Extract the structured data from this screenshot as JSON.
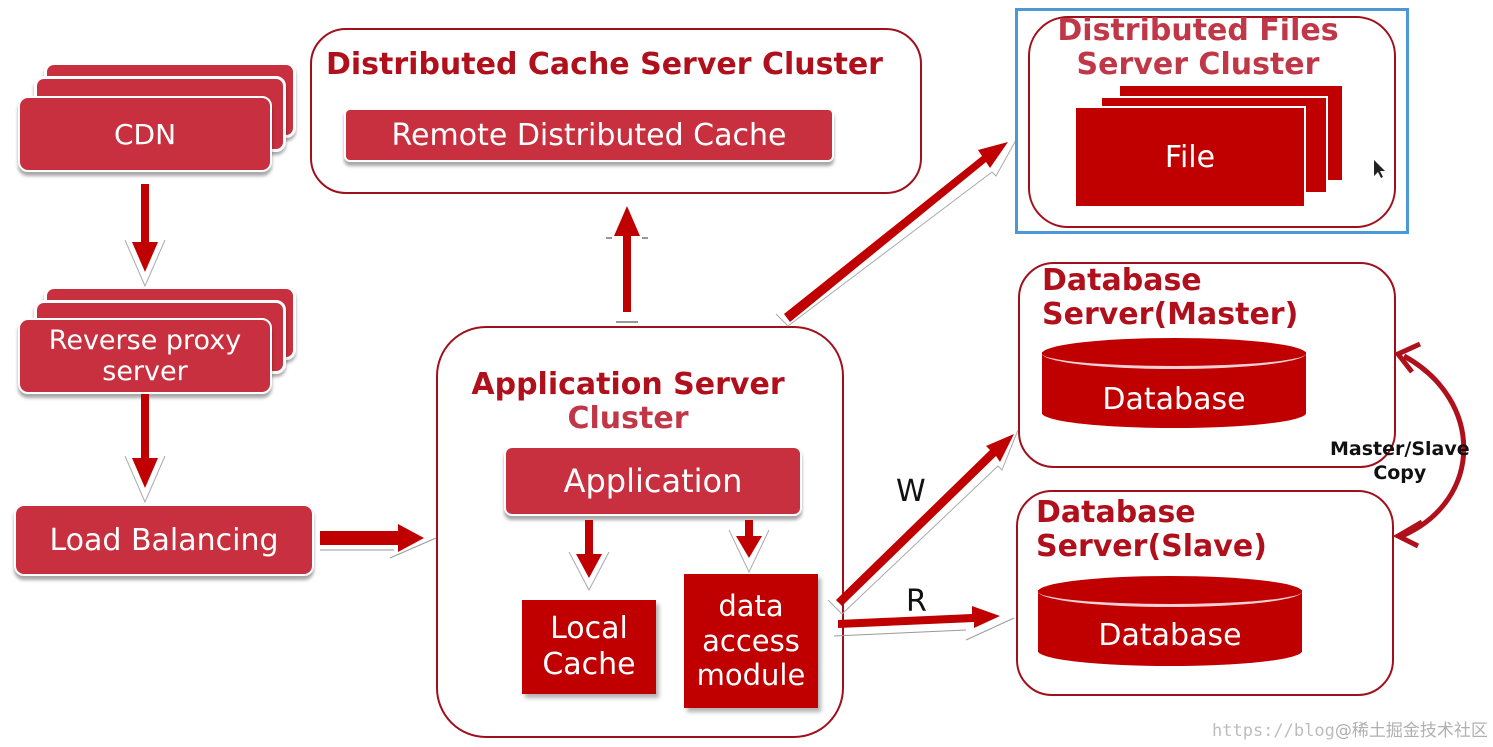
{
  "diagram": {
    "nodes": {
      "cdn": {
        "label": "CDN"
      },
      "reverse_proxy": {
        "label_line1": "Reverse proxy",
        "label_line2": "server"
      },
      "load_balancing": {
        "label": "Load Balancing"
      },
      "cache_cluster": {
        "title": "Distributed Cache Server Cluster",
        "inner": "Remote Distributed Cache"
      },
      "app_cluster": {
        "title_line1": "Application Server",
        "title_line2": "Cluster",
        "application": "Application",
        "local_cache_line1": "Local",
        "local_cache_line2": "Cache",
        "dam_line1": "data",
        "dam_line2": "access",
        "dam_line3": "module"
      },
      "files_cluster": {
        "title_line1": "Distributed Files",
        "title_line2": "Server Cluster",
        "file": "File"
      },
      "db_master": {
        "title_line1": "Database",
        "title_line2": "Server(Master)",
        "db": "Database"
      },
      "db_slave": {
        "title_line1": "Database",
        "title_line2": "Server(Slave)",
        "db": "Database"
      }
    },
    "edges": [
      {
        "from": "cdn",
        "to": "reverse_proxy"
      },
      {
        "from": "reverse_proxy",
        "to": "load_balancing"
      },
      {
        "from": "load_balancing",
        "to": "app_cluster"
      },
      {
        "from": "app_cluster",
        "to": "cache_cluster"
      },
      {
        "from": "app_cluster",
        "to": "files_cluster"
      },
      {
        "from": "application",
        "to": "local_cache"
      },
      {
        "from": "application",
        "to": "data_access_module"
      },
      {
        "from": "data_access_module",
        "to": "db_master",
        "label": "W"
      },
      {
        "from": "data_access_module",
        "to": "db_slave",
        "label": "R"
      },
      {
        "from": "db_master",
        "to": "db_slave",
        "label": "Master/Slave Copy",
        "bidirectional": true
      }
    ],
    "edge_labels": {
      "write": "W",
      "read": "R",
      "copy_line1": "Master/Slave",
      "copy_line2": "Copy"
    }
  },
  "watermark": {
    "url": "https://blog",
    "community": "@稀土掘金技术社区"
  },
  "colors": {
    "primary": "#c8303f",
    "dark_red": "#c00000",
    "border": "#a0101c",
    "selection": "#4a98d8"
  }
}
